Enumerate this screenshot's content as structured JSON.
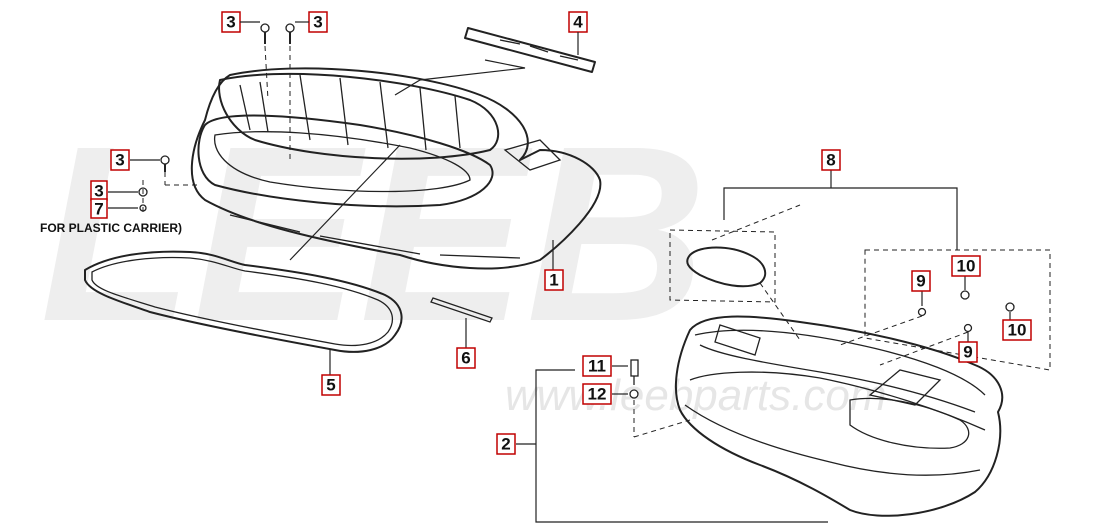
{
  "watermark": {
    "brand": "LEEB",
    "url": "www.leebparts.com"
  },
  "note": "FOR PLASTIC CARRIER)",
  "callouts": {
    "c1": "1",
    "c2": "2",
    "c3a": "3",
    "c3b": "3",
    "c3c": "3",
    "c3d": "3",
    "c4": "4",
    "c5": "5",
    "c6": "6",
    "c7": "7",
    "c8": "8",
    "c9a": "9",
    "c9b": "9",
    "c10a": "10",
    "c10b": "10",
    "c11": "11",
    "c12": "12"
  },
  "colors": {
    "callout_border": "#c00000",
    "line": "#222222",
    "watermark": "#eeeeee"
  }
}
